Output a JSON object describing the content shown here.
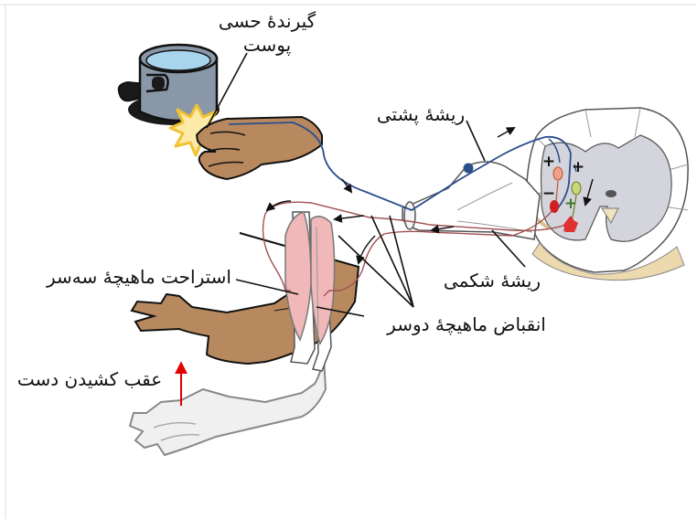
{
  "labels": {
    "sensory_receptor": [
      "گیرندهٔ حسی",
      "پوست"
    ],
    "dorsal_root": "ریشهٔ پشتی",
    "ventral_root": "ریشهٔ شکمی",
    "triceps_relax": "استراحت ماهیچهٔ سه‌سر",
    "biceps_contract": "انقباض ماهیچهٔ دوسر",
    "withdraw_hand": "عقب کشیدن دست"
  },
  "signs": [
    "+",
    "+",
    "+",
    "−"
  ],
  "icons": {
    "hot_pot": "hot-pot-icon",
    "pain_burst": "pain-burst-icon"
  },
  "colors": {
    "sensory_neuron": "#2c4f8c",
    "motor_neuron": "#a05050",
    "skin_tone": "#b8895f",
    "muscle": "#f0b8b8",
    "gray_matter": "#d4d4dc",
    "withdraw_arrow": "#e00000"
  }
}
